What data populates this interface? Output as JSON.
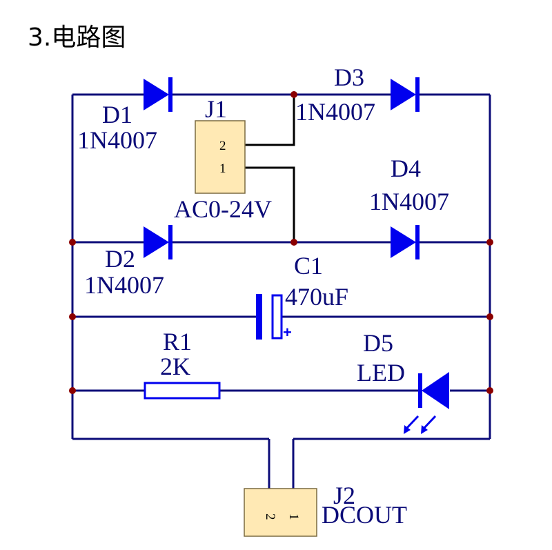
{
  "title": "3.电路图",
  "components": {
    "d1": {
      "ref": "D1",
      "value": "1N4007"
    },
    "d2": {
      "ref": "D2",
      "value": "1N4007"
    },
    "d3": {
      "ref": "D3",
      "value": "1N4007"
    },
    "d4": {
      "ref": "D4",
      "value": "1N4007"
    },
    "d5": {
      "ref": "D5",
      "value": "LED"
    },
    "j1": {
      "ref": "J1",
      "value": "AC0-24V",
      "pins": [
        "2",
        "1"
      ]
    },
    "j2": {
      "ref": "J2",
      "value": "DCOUT",
      "pins": [
        "2",
        "1"
      ]
    },
    "c1": {
      "ref": "C1",
      "value": "470uF",
      "polarity": "+"
    },
    "r1": {
      "ref": "R1",
      "value": "2K"
    }
  },
  "colors": {
    "wire": "#0b0b78",
    "component": "#0000ee",
    "junction": "#8b0000",
    "connector_fill": "#ffe9b4"
  }
}
